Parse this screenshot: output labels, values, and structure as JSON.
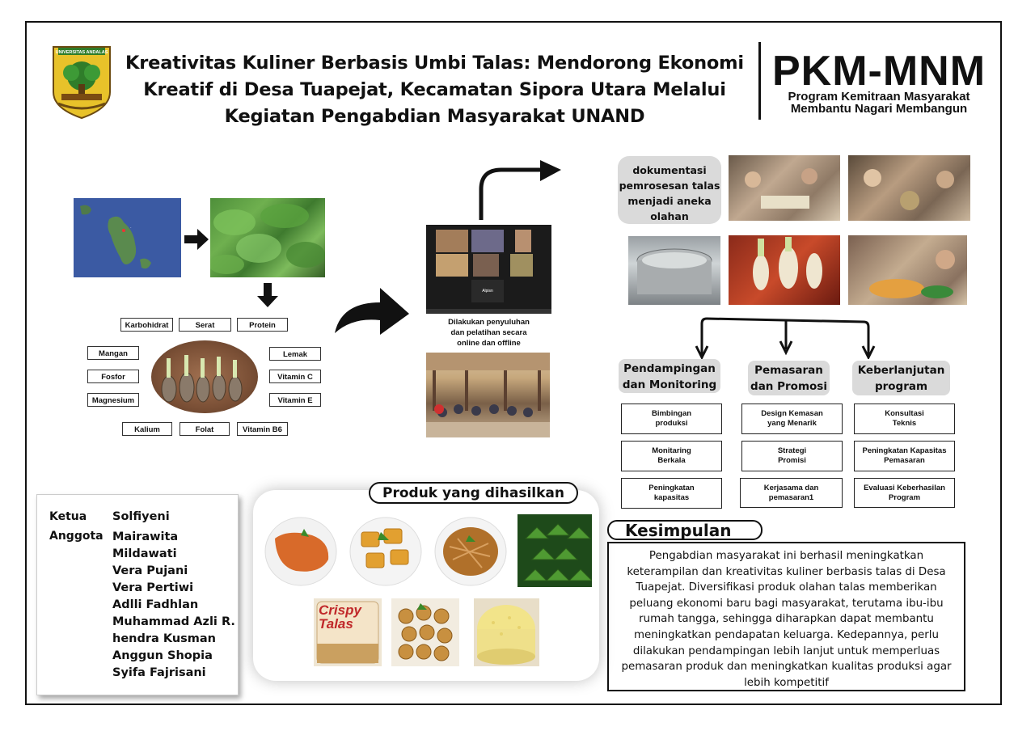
{
  "header": {
    "title": "Kreativitas Kuliner Berbasis Umbi Talas: Mendorong Ekonomi Kreatif di Desa Tuapejat, Kecamatan Sipora Utara Melalui Kegiatan Pengabdian Masyarakat UNAND",
    "program_code": "PKM-MNM",
    "program_line1": "Program Kemitraan Masyarakat",
    "program_line2": "Membantu Nagari Membangun",
    "logo_text": "UNIVERSITAS ANDALAS"
  },
  "nutrients": {
    "top": [
      "Karbohidrat",
      "Serat",
      "Protein"
    ],
    "left": [
      "Mangan",
      "Fosfor",
      "Magnesium"
    ],
    "right": [
      "Lemak",
      "Vitamin C",
      "Vitamin E"
    ],
    "bottom": [
      "Kalium",
      "Folat",
      "Vitamin B6"
    ]
  },
  "activity": {
    "caption_line1": "Dilakukan penyuluhan",
    "caption_line2": "dan pelatihan secara",
    "caption_line3": "online dan offline",
    "zoom_name": "Alpisn"
  },
  "documentation": {
    "line1": "dokumentasi",
    "line2": "pemrosesan talas",
    "line3": "menjadi aneka",
    "line4": "olahan"
  },
  "programs": [
    {
      "title_line1": "Pendampingan",
      "title_line2": "dan Monitoring",
      "items": [
        [
          "Bimbingan",
          "produksi"
        ],
        [
          "Monitaring",
          "Berkala"
        ],
        [
          "Peningkatan",
          "kapasitas"
        ]
      ]
    },
    {
      "title_line1": "Pemasaran",
      "title_line2": "dan Promosi",
      "items": [
        [
          "Design Kemasan",
          "yang Menarik"
        ],
        [
          "Strategi",
          "Promisi"
        ],
        [
          "Kerjasama dan",
          "pemasaran1"
        ]
      ]
    },
    {
      "title_line1": "Keberlanjutan",
      "title_line2": "program",
      "items": [
        [
          "Konsultasi",
          "Teknis"
        ],
        [
          "Peningkatan Kapasitas",
          "Pemasaran"
        ],
        [
          "Evaluasi Keberhasilan",
          "Program"
        ]
      ]
    }
  ],
  "team": {
    "ketua_label": "Ketua",
    "anggota_label": "Anggota",
    "ketua": "Solfiyeni",
    "anggota": [
      "Mairawita",
      "Mildawati",
      "Vera Pujani",
      "Vera Pertiwi",
      "Adlli Fadhlan",
      "Muhammad Azli R.",
      "hendra Kusman",
      "Anggun Shopia",
      "Syifa Fajrisani"
    ]
  },
  "products": {
    "title": "Produk yang dihasilkan",
    "package_line1": "Crispy",
    "package_line2": "Talas"
  },
  "conclusion": {
    "title": "Kesimpulan",
    "text": "Pengabdian masyarakat ini berhasil meningkatkan keterampilan dan kreativitas kuliner berbasis talas di Desa Tuapejat. Diversifikasi produk olahan talas memberikan peluang ekonomi baru bagi masyarakat, terutama ibu-ibu rumah tangga, sehingga diharapkan dapat membantu meningkatkan pendapatan keluarga. Kedepannya, perlu dilakukan pendampingan lebih lanjut untuk memperluas pemasaran produk dan meningkatkan kualitas produksi agar lebih kompetitif"
  },
  "colors": {
    "border": "#111111",
    "pill": "#dadada",
    "logo_green": "#2f7d2a",
    "logo_yellow": "#e8c22a"
  }
}
